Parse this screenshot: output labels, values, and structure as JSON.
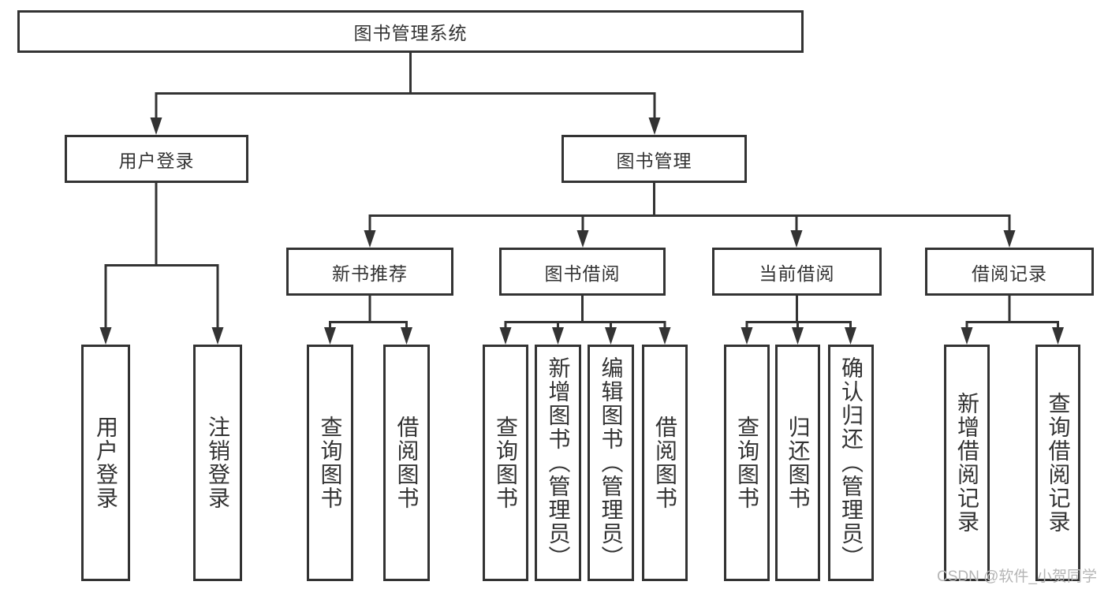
{
  "colors": {
    "line": "#333333",
    "text": "#333333",
    "box_background": "#ffffff",
    "watermark": "#b5b5b5"
  },
  "watermark": "CSDN @软件_小贺同学",
  "tree": {
    "label": "图书管理系统",
    "children": [
      {
        "label": "用户登录",
        "children": [
          {
            "label": "用户登录"
          },
          {
            "label": "注销登录"
          }
        ]
      },
      {
        "label": "图书管理",
        "children": [
          {
            "label": "新书推荐",
            "children": [
              {
                "label": "查询图书"
              },
              {
                "label": "借阅图书"
              }
            ]
          },
          {
            "label": "图书借阅",
            "children": [
              {
                "label": "查询图书"
              },
              {
                "label": "新增图书（管理员）"
              },
              {
                "label": "编辑图书（管理员）"
              },
              {
                "label": "借阅图书"
              }
            ]
          },
          {
            "label": "当前借阅",
            "children": [
              {
                "label": "查询图书"
              },
              {
                "label": "归还图书"
              },
              {
                "label": "确认归还（管理员）"
              }
            ]
          },
          {
            "label": "借阅记录",
            "children": [
              {
                "label": "新增借阅记录"
              },
              {
                "label": "查询借阅记录"
              }
            ]
          }
        ]
      }
    ]
  }
}
